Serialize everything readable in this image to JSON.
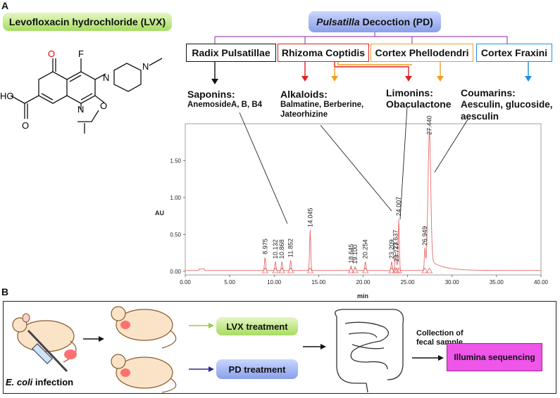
{
  "panel_a_label": "A",
  "panel_b_label": "B",
  "lvx_title": "Levofloxacin hydrochloride (LVX)",
  "pd_title_italic": "Pulsatilla",
  "pd_title_rest": " Decoction (PD)",
  "molecule_atoms": {
    "f": "F",
    "n1": "N",
    "n2": "N",
    "n3": "N",
    "o1": "O",
    "o2": "O",
    "ho": "HO",
    "o3": "O"
  },
  "herbs": [
    {
      "label": "Radix Pulsatillae",
      "color": "#000000",
      "arrow_color": "#000000"
    },
    {
      "label": "Rhizoma Coptidis",
      "color": "#e02020",
      "arrow_color": "#e02020"
    },
    {
      "label": "Cortex Phellodendri",
      "color": "#f0a020",
      "arrow_color": "#f0a020"
    },
    {
      "label": "Cortex Fraxini",
      "color": "#2090e0",
      "arrow_color": "#2090e0"
    }
  ],
  "compound_classes": [
    {
      "title": "Saponins:",
      "detail": "AnemosideA, B, B4"
    },
    {
      "title": "Alkaloids:",
      "detail": "Balmatine, Berberine, Jateorhizine"
    },
    {
      "title": "Limonins:",
      "detail": "Obaculactone"
    },
    {
      "title": "Coumarins:",
      "detail": "Aesculin, glucoside, aesculin"
    }
  ],
  "chart_data": {
    "type": "line",
    "xlabel": "min",
    "ylabel": "AU",
    "xlim": [
      0,
      40
    ],
    "ylim": [
      -0.05,
      2.0
    ],
    "x_ticks": [
      "0.00",
      "5.00",
      "10.00",
      "15.00",
      "20.00",
      "25.00",
      "30.00",
      "35.00",
      "40.00"
    ],
    "y_ticks": [
      "0.00",
      "0.50",
      "1.00",
      "1.50"
    ],
    "y_tick_values": [
      0,
      0.5,
      1.0,
      1.5
    ],
    "x_tick_values": [
      0,
      5,
      10,
      15,
      20,
      25,
      30,
      35,
      40
    ],
    "line_color": "#e86a6a",
    "peaks": [
      {
        "rt": 8.975,
        "label": "8.975",
        "height": 0.18
      },
      {
        "rt": 10.132,
        "label": "10.132",
        "height": 0.12
      },
      {
        "rt": 10.868,
        "label": "10.868",
        "height": 0.12
      },
      {
        "rt": 11.852,
        "label": "11.852",
        "height": 0.14
      },
      {
        "rt": 14.045,
        "label": "14.045",
        "height": 0.55
      },
      {
        "rt": 18.645,
        "label": "18.645",
        "height": 0.06
      },
      {
        "rt": 19.1,
        "label": "19.100",
        "height": 0.05
      },
      {
        "rt": 20.254,
        "label": "20.254",
        "height": 0.12
      },
      {
        "rt": 23.209,
        "label": "23.209",
        "height": 0.12
      },
      {
        "rt": 23.637,
        "label": "23.637",
        "height": 0.25
      },
      {
        "rt": 23.777,
        "label": "23.777",
        "height": 0.08
      },
      {
        "rt": 24.007,
        "label": "24.007",
        "height": 0.7
      },
      {
        "rt": 26.949,
        "label": "26.949",
        "height": 0.3
      },
      {
        "rt": 27.44,
        "label": "27.440",
        "height": 1.8
      }
    ]
  },
  "flow": {
    "infection_italic": "E. coli",
    "infection_rest": " infection",
    "lvx_treatment": "LVX treatment",
    "pd_treatment": "PD treatment",
    "collection": "Collection of fecal sample",
    "sequencing": "Illumina sequencing",
    "lvx_arrow_color": "#99cc44",
    "pd_arrow_color": "#2a2a8a"
  }
}
